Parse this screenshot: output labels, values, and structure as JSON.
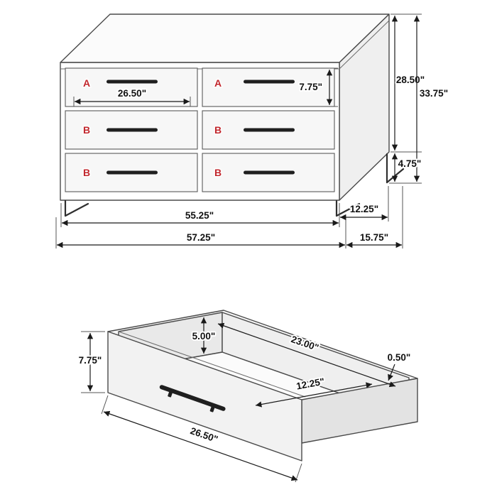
{
  "colors": {
    "drawer_label_red": "#c1272d",
    "line": "#1a1a1a",
    "background": "#ffffff"
  },
  "diagram": {
    "dresser": {
      "drawer_labels": {
        "r1c1": "A",
        "r1c2": "A",
        "r2c1": "B",
        "r2c2": "B",
        "r3c1": "B",
        "r3c2": "B"
      },
      "dims": {
        "drawer_width": "26.50\"",
        "drawer_height": "7.75\"",
        "case_height": "28.50\"",
        "overall_height": "33.75\"",
        "leg_height": "4.75\"",
        "case_width": "55.25\"",
        "case_depth": "12.25\"",
        "overall_width": "57.25\"",
        "overall_depth": "15.75\""
      }
    },
    "drawer_detail": {
      "dims": {
        "front_height": "7.75\"",
        "interior_height": "5.00\"",
        "interior_width": "23.00\"",
        "interior_depth": "12.25\"",
        "side_thickness": "0.50\"",
        "front_width": "26.50\""
      }
    }
  }
}
